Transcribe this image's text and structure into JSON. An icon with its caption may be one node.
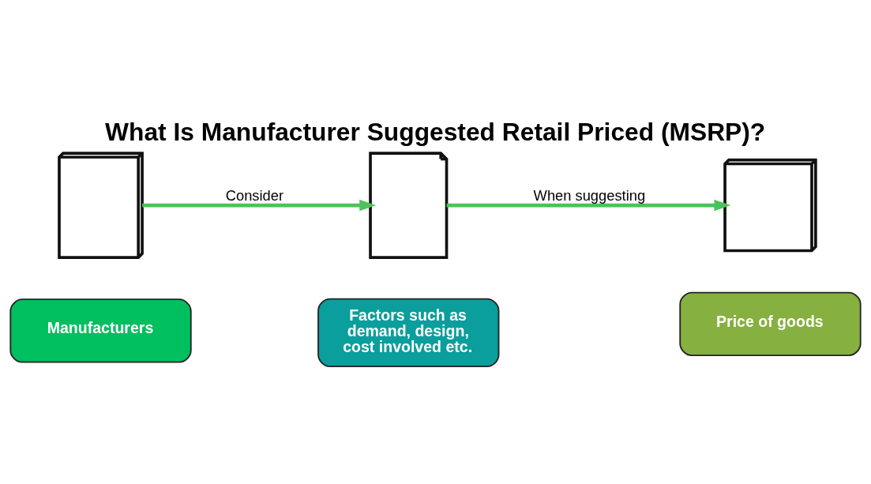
{
  "diagram": {
    "title": "What Is Manufacturer Suggested Retail Priced (MSRP)?",
    "nodes": [
      {
        "text": [],
        "shape": "picture"
      },
      {
        "text": [],
        "shape": "picture"
      },
      {
        "text": [],
        "shape": "picture"
      },
      {
        "text": [
          "Manufacturers"
        ]
      },
      {
        "text": [
          "Factors such as demand, design, cost involved etc."
        ]
      },
      {
        "text": [
          "Price of goods"
        ]
      }
    ],
    "edges": [
      {
        "from": 0,
        "to": 1,
        "arrow": "to",
        "label": "Consider"
      },
      {
        "from": 1,
        "to": 2,
        "arrow": "to",
        "label": "When suggesting"
      }
    ]
  }
}
